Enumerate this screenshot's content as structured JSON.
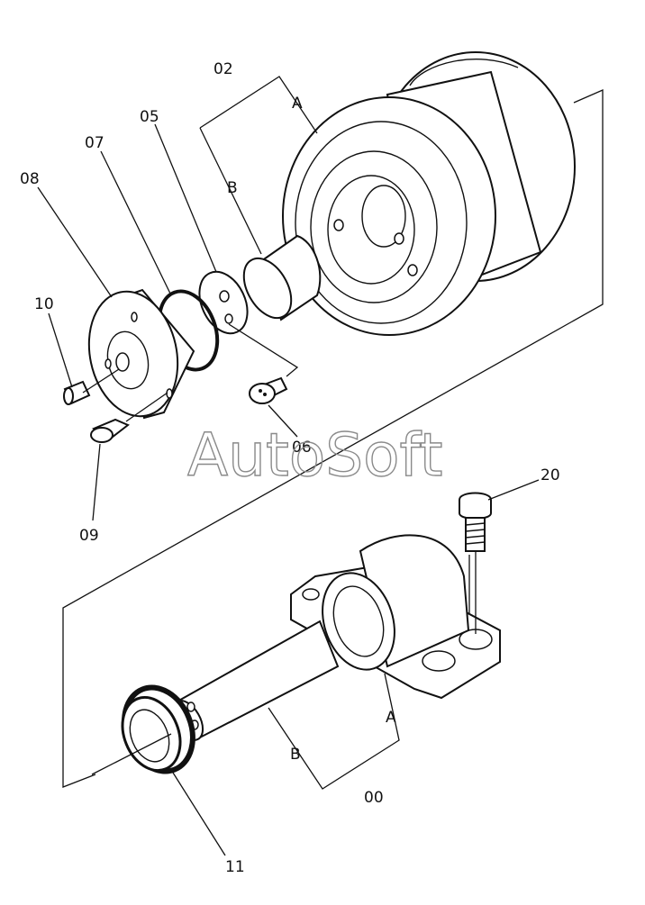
{
  "callouts": {
    "p00": "00",
    "p02": "02",
    "p05": "05",
    "p06": "06",
    "p07": "07",
    "p08": "08",
    "p09": "09",
    "p10": "10",
    "p11": "11",
    "p20": "20",
    "upper_A": "A",
    "upper_B": "B",
    "lower_A": "A",
    "lower_B": "B"
  },
  "watermark": "AutoSoft",
  "colors": {
    "line": "#111111",
    "background": "#ffffff",
    "watermark": "#8a8a8a"
  }
}
